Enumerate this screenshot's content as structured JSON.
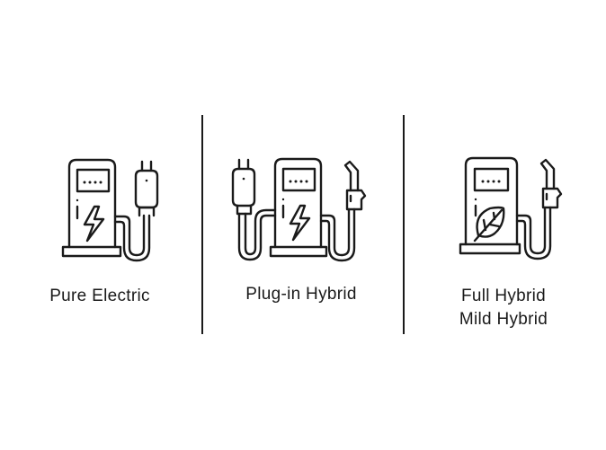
{
  "categories": [
    {
      "label_lines": [
        "Pure Electric"
      ],
      "icon": "ev-charging-station-icon"
    },
    {
      "label_lines": [
        "Plug-in Hybrid"
      ],
      "icon": "hybrid-charging-fuel-station-icon"
    },
    {
      "label_lines": [
        "Full Hybrid",
        "Mild Hybrid"
      ],
      "icon": "fuel-pump-leaf-icon"
    }
  ],
  "colors": {
    "stroke": "#1a1a1a",
    "background": "#ffffff"
  }
}
